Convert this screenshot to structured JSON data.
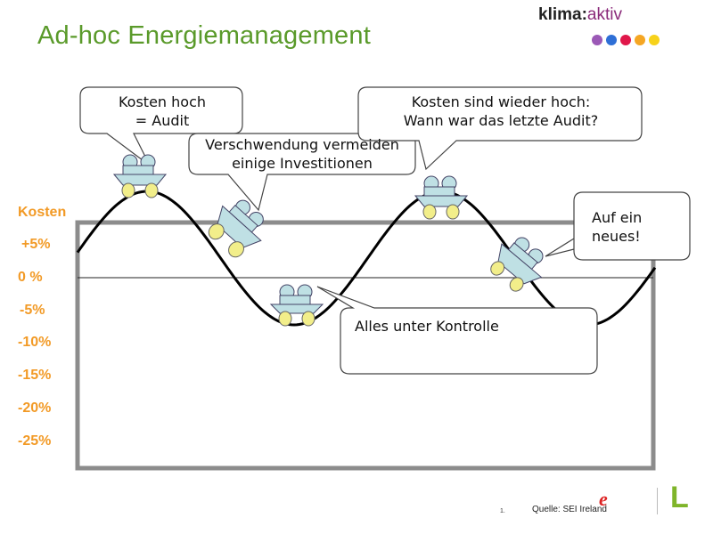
{
  "slide": {
    "title": "Ad-hoc Energiemanagement"
  },
  "logo": {
    "bold_part": "klima",
    "colon": ":",
    "light_part": "aktiv",
    "dot_colors": [
      "#9b59b6",
      "#2e6fd6",
      "#e0174a",
      "#f5a623",
      "#f7d21a"
    ]
  },
  "axis": {
    "title": "Kosten",
    "labels": [
      "+5%",
      "0 %",
      "-5%",
      "-10%",
      "-15%",
      "-20%",
      "-25%"
    ],
    "label_color": "#f29a26"
  },
  "bubbles": {
    "audit": {
      "line1": "Kosten hoch",
      "line2": "= Audit"
    },
    "waste": {
      "line1": "Verschwendung vermeiden",
      "line2": "einige Investitionen"
    },
    "again": {
      "line1": "Kosten sind wieder hoch:",
      "line2": "Wann war das letzte Audit?"
    },
    "control": {
      "line1": "Alles unter Kontrolle"
    },
    "restart": {
      "line1": "Auf ein",
      "line2": "neues!"
    }
  },
  "footer": {
    "page_number": "1.",
    "source": "Quelle: SEI Ireland",
    "logo_e": "e",
    "logo_l": "L"
  },
  "colors": {
    "title": "#5a9a2a",
    "frame": "#8c8c8c",
    "cart_body": "#bfe0e4",
    "cart_wheel": "#f2ee8a"
  }
}
